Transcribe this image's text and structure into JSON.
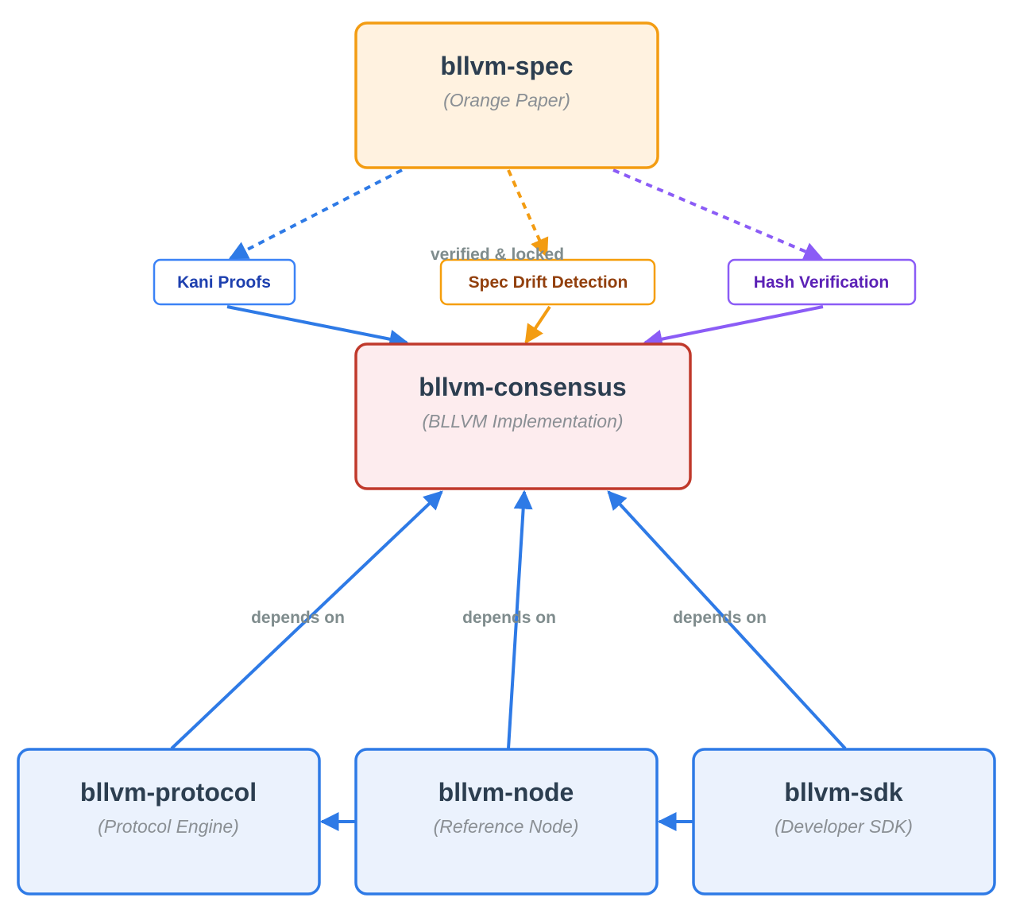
{
  "nodes": {
    "spec": {
      "title": "bllvm-spec",
      "subtitle": "(Orange Paper)",
      "fill": "#fff2e0",
      "stroke": "#f39c12"
    },
    "consensus": {
      "title": "bllvm-consensus",
      "subtitle": "(BLLVM Implementation)",
      "fill": "#fdecee",
      "stroke": "#c0392b"
    },
    "protocol": {
      "title": "bllvm-protocol",
      "subtitle": "(Protocol Engine)",
      "fill": "#ebf2fd",
      "stroke": "#2e7ae6"
    },
    "node": {
      "title": "bllvm-node",
      "subtitle": "(Reference Node)",
      "fill": "#ebf2fd",
      "stroke": "#2e7ae6"
    },
    "sdk": {
      "title": "bllvm-sdk",
      "subtitle": "(Developer SDK)",
      "fill": "#ebf2fd",
      "stroke": "#2e7ae6"
    }
  },
  "chips": {
    "kani": {
      "label": "Kani Proofs",
      "color": "#1e40af",
      "stroke": "#3b82f6"
    },
    "drift": {
      "label": "Spec Drift Detection",
      "color": "#92400e",
      "stroke": "#f59e0b"
    },
    "hash": {
      "label": "Hash Verification",
      "color": "#5b21b6",
      "stroke": "#8b5cf6"
    }
  },
  "edge_labels": {
    "verified": "verified & locked",
    "depends_protocol": "depends on",
    "depends_node": "depends on",
    "depends_sdk": "depends on"
  },
  "colors": {
    "blue_arrow": "#2e7ae6",
    "orange_arrow": "#f39c12",
    "purple_arrow": "#8b5cf6",
    "label_gray": "#7f8c8d"
  }
}
